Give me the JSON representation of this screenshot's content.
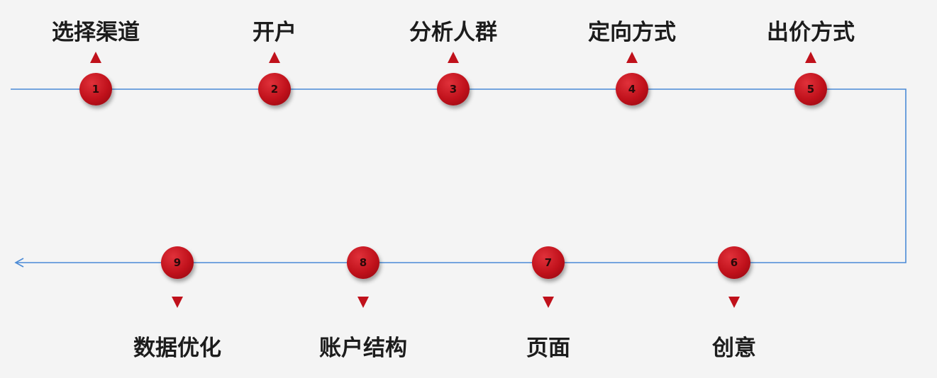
{
  "colors": {
    "background": "#f4f4f4",
    "line": "#4a8ad6",
    "node": "#c0111b",
    "text": "#1c1c1c"
  },
  "flow_direction": "top row left-to-right, down the right side, bottom row right-to-left ending with arrow",
  "top_row": [
    {
      "number": "1",
      "label": "选择渠道"
    },
    {
      "number": "2",
      "label": "开户"
    },
    {
      "number": "3",
      "label": "分析人群"
    },
    {
      "number": "4",
      "label": "定向方式"
    },
    {
      "number": "5",
      "label": "出价方式"
    }
  ],
  "bottom_row": [
    {
      "number": "9",
      "label": "数据优化"
    },
    {
      "number": "8",
      "label": "账户结构"
    },
    {
      "number": "7",
      "label": "页面"
    },
    {
      "number": "6",
      "label": "创意"
    }
  ]
}
